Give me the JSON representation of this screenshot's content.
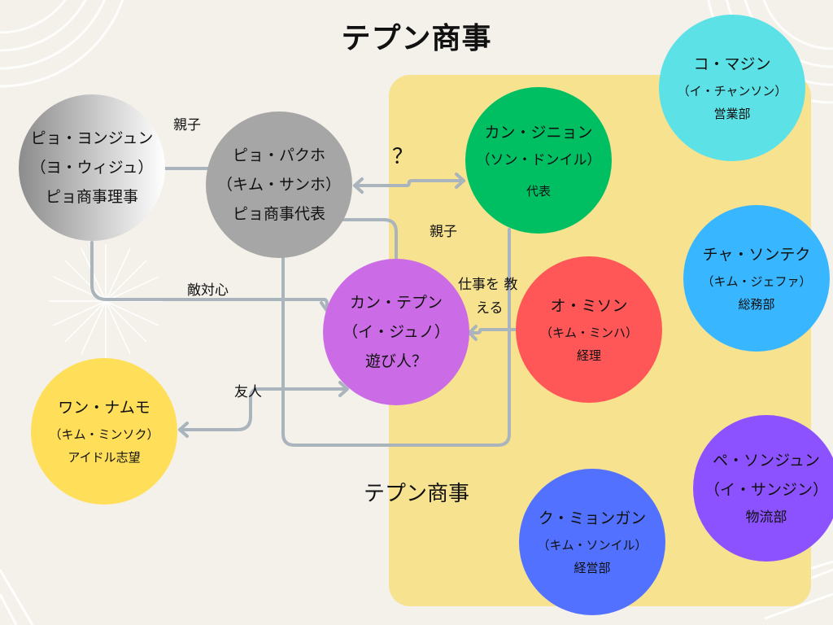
{
  "title": "テプン商事",
  "company_label": "テプン商事",
  "colors": {
    "background": "#f4f0ea",
    "company_box": "#f7e290",
    "connector": "#a9b4bc"
  },
  "people": {
    "pyo_yonjun": {
      "name": "ピョ・ヨンジュン",
      "actor": "（ヨ・ウィジュ）",
      "role": "ピョ商事理事",
      "color": "gradient-gray"
    },
    "pyo_pakho": {
      "name": "ピョ・パクホ",
      "actor": "（キム・サンホ）",
      "role": "ピョ商事代表",
      "color": "#a6a6a6"
    },
    "kang_jinyon": {
      "name": "カン・ジニョン",
      "actor": "（ソン・ドンイル）",
      "role": "代表",
      "color": "#00bf63"
    },
    "kang_tepun": {
      "name": "カン・テプン",
      "actor": "（イ・ジュノ）",
      "role": "遊び人？",
      "color": "#cb6ce6"
    },
    "o_minson": {
      "name": "オ・ミソン",
      "actor": "（キム・ミンハ）",
      "role": "経理",
      "color": "#ff5757"
    },
    "wan_namumo": {
      "name": "ワン・ナムモ",
      "actor": "（キム・ミンソク）",
      "role": "アイドル志望",
      "color": "#ffde59"
    },
    "ko_majin": {
      "name": "コ・マジン",
      "actor": "（イ・チャンソン）",
      "role": "営業部",
      "color": "#5ce1e6"
    },
    "cha_sontek": {
      "name": "チャ・ソンテク",
      "actor": "（キム・ジェファ）",
      "role": "総務部",
      "color": "#38b6ff"
    },
    "pe_sonjun": {
      "name": "ペ・ソンジュン",
      "actor": "（イ・サンジン）",
      "role": "物流部",
      "color": "#8c52ff"
    },
    "ku_myongan": {
      "name": "ク・ミョンガン",
      "actor": "（キム・ソンイル）",
      "role": "経営部",
      "color": "#5271ff"
    }
  },
  "relations": {
    "parent_child_1": "親子",
    "unknown": "？",
    "parent_child_2": "親子",
    "rivalry": "敵対心",
    "teach_work_1": "仕事を 教",
    "teach_work_2": "える",
    "friend": "友人"
  }
}
